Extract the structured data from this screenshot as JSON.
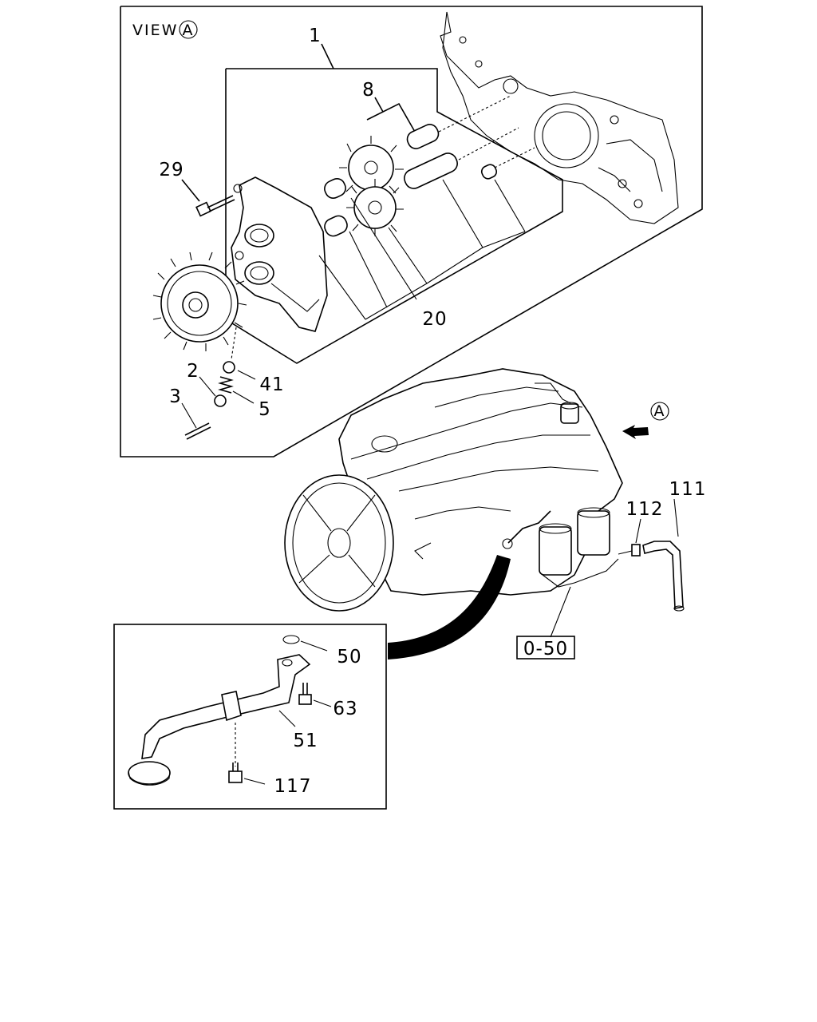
{
  "view_title": "VIEW",
  "view_marker": "A",
  "arrow_marker": "A",
  "callouts": {
    "c1": "1",
    "c8": "8",
    "c29": "29",
    "c20": "20",
    "c2": "2",
    "c3": "3",
    "c41": "41",
    "c5": "5",
    "c111": "111",
    "c112": "112",
    "c050": "0-50",
    "c50": "50",
    "c63": "63",
    "c51": "51",
    "c117": "117"
  }
}
